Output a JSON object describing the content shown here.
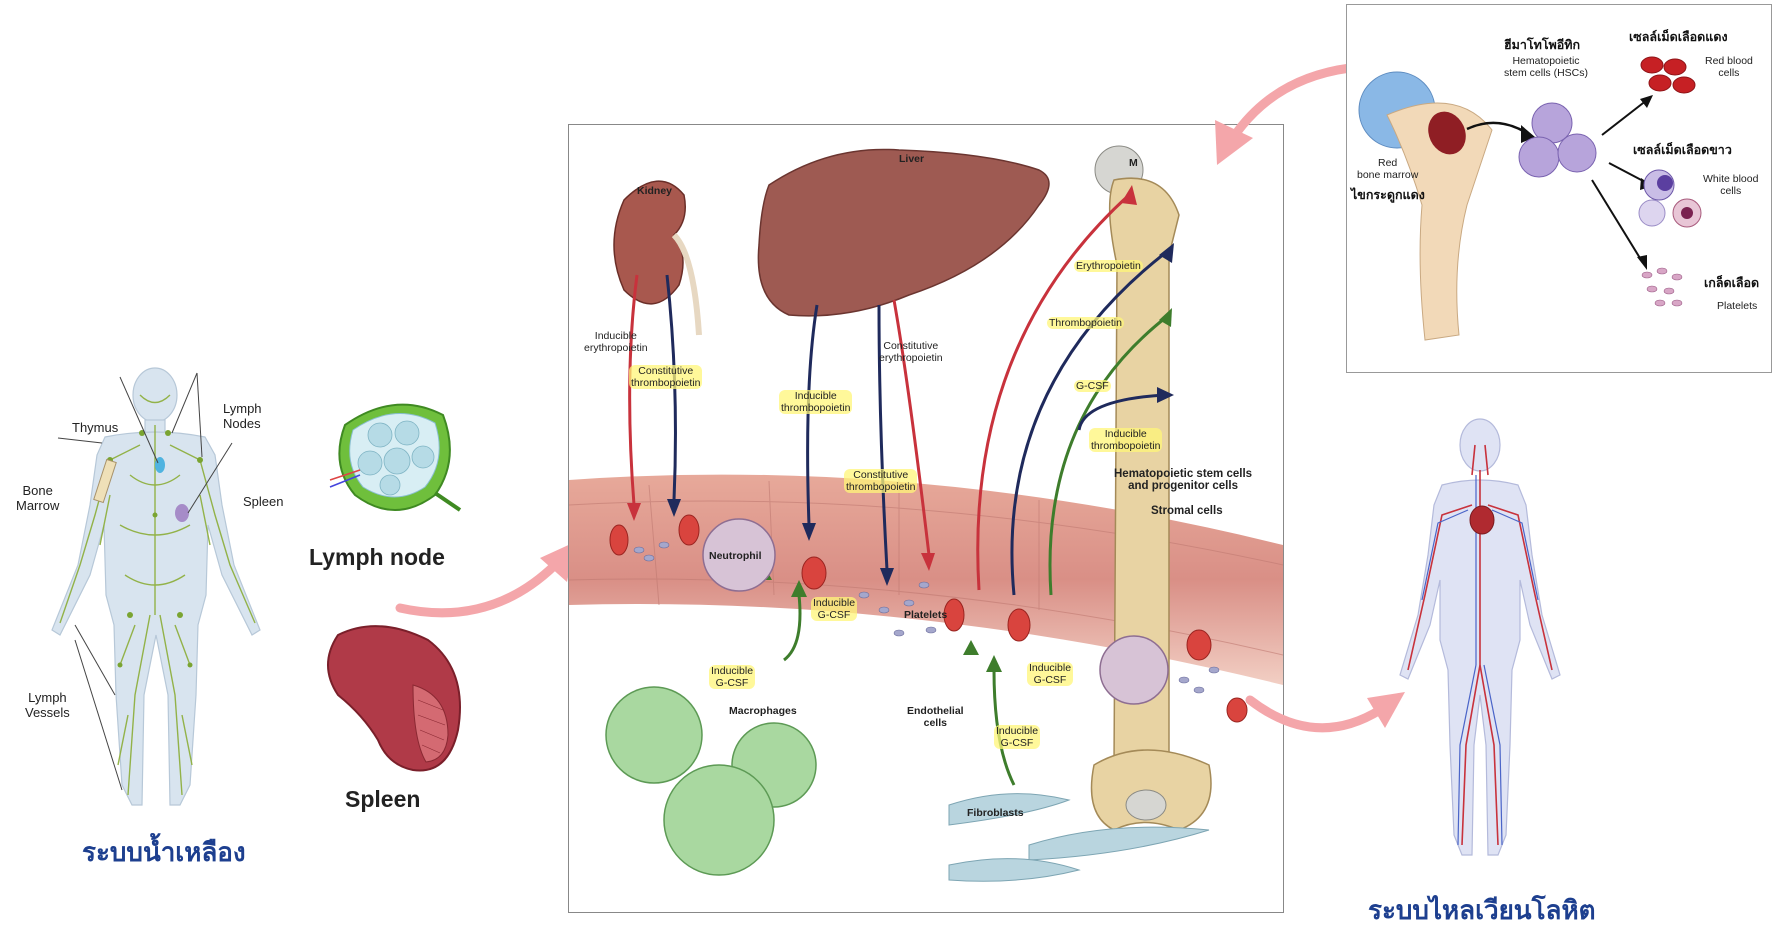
{
  "lymphatic": {
    "labels": {
      "thymus": "Thymus",
      "lymph_nodes": "Lymph\nNodes",
      "bone_marrow": "Bone\nMarrow",
      "spleen": "Spleen",
      "lymph_vessels": "Lymph\nVessels"
    },
    "caption": "ระบบน้ำเหลือง"
  },
  "organs": {
    "lymph_node_title": "Lymph node",
    "spleen_title": "Spleen"
  },
  "center": {
    "labels": {
      "liver": "Liver",
      "kidney": "Kidney",
      "bone_m": "M",
      "inducible_epo": "Inducible\nerythropoietin",
      "constitutive_tpo_kidney": "Constitutive\nthrombopoietin",
      "inducible_tpo_liver": "Inducible\nthrombopoietin",
      "constitutive_epo_liver": "Constitutive\nerythropoietin",
      "constitutive_tpo_liver": "Constitutive\nthrombopoietin",
      "erythropoietin": "Erythropoietin",
      "thrombopoietin": "Thrombopoietin",
      "gcsf": "G-CSF",
      "inducible_tpo_bone": "Inducible\nthrombopoietin",
      "hsc": "Hematopoietic stem cells\nand progenitor cells",
      "stromal": "Stromal cells",
      "neutrophil": "Neutrophil",
      "inducible_gcsf_1": "Inducible\nG-CSF",
      "platelets": "Platelets",
      "inducible_gcsf_2": "Inducible\nG-CSF",
      "inducible_gcsf_3": "Inducible\nG-CSF",
      "inducible_gcsf_4": "Inducible\nG-CSF",
      "macrophages": "Macrophages",
      "endothelial": "Endothelial\ncells",
      "fibroblasts": "Fibroblasts"
    }
  },
  "hematopoiesis": {
    "hsc_thai": "ฮีมาโทโพอีทิก",
    "hsc_en": "Hematopoietic\nstem cells (HSCs)",
    "red_marrow_en": "Red\nbone marrow",
    "red_marrow_thai": "ไขกระดูกแดง",
    "rbc_thai": "เซลล์เม็ดเลือดแดง",
    "rbc_en": "Red blood\ncells",
    "wbc_thai": "เซลล์เม็ดเลือดขาว",
    "wbc_en": "White blood\ncells",
    "plt_thai": "เกล็ดเลือด",
    "plt_en": "Platelets"
  },
  "circulatory": {
    "caption": "ระบบไหลเวียนโลหิต"
  },
  "colors": {
    "arrow_pink": "#f4a6aa",
    "artery_red": "#c8323c",
    "vein_navy": "#1f2a5c",
    "gcsf_green": "#3e7d2c",
    "caption_blue": "#1d3f8f"
  }
}
